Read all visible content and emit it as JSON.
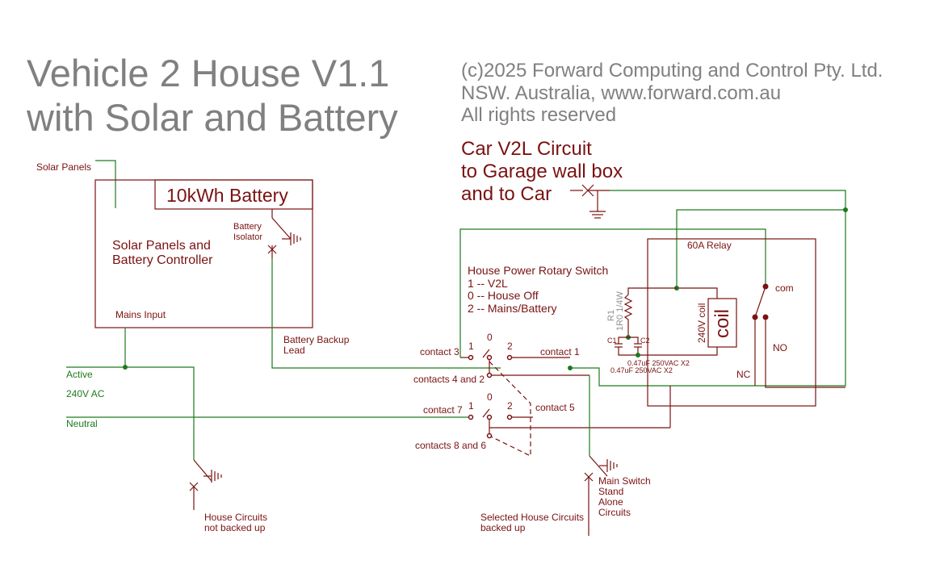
{
  "title": {
    "line1": "Vehicle 2 House V1.1",
    "line2": "with Solar and Battery"
  },
  "copyright": {
    "line1": "(c)2025 Forward Computing and Control Pty. Ltd.",
    "line2": "NSW. Australia, www.forward.com.au",
    "line3": "All rights reserved"
  },
  "car_circuit": {
    "line1": "Car V2L Circuit",
    "line2": "to Garage wall box",
    "line3": "and to Car"
  },
  "solar_panels": "Solar Panels",
  "battery": {
    "title": "10kWh Battery",
    "controller_line1": "Solar Panels and",
    "controller_line2": "Battery Controller",
    "mains_input": "Mains Input",
    "isolator_line1": "Battery",
    "isolator_line2": "Isolator",
    "backup_line1": "Battery Backup",
    "backup_line2": "Lead"
  },
  "mains": {
    "active": "Active",
    "voltage": "240V AC",
    "neutral": "Neutral"
  },
  "house_circuits": {
    "line1": "House Circuits",
    "line2": "not backed up"
  },
  "rotary_switch": {
    "title": "House Power Rotary Switch",
    "pos1": "1 -- V2L",
    "pos0": "0 -- House Off",
    "pos2": "2 -- Mains/Battery",
    "contact3": "contact 3",
    "contact1": "contact 1",
    "contacts42": "contacts 4 and 2",
    "contact7": "contact 7",
    "contact5": "contact 5",
    "contacts86": "contacts 8 and 6",
    "num1a": "1",
    "num0a": "0",
    "num2a": "2",
    "num1b": "1",
    "num0b": "0",
    "num2b": "2"
  },
  "relay": {
    "title": "60A Relay",
    "coil": "coil",
    "coil_label": "240V coil",
    "com": "com",
    "no": "NO",
    "nc": "NC",
    "r1": "R1",
    "r1_value": "1R0 1/4W",
    "c1": "C1",
    "c2": "C2",
    "cap1": "0.47uF 250VAC X2",
    "cap2": "0.47uF 250VAC X2"
  },
  "main_switch": {
    "line1": "Main Switch",
    "line2": "Stand",
    "line3": "Alone",
    "line4": "Circuits"
  },
  "selected_circuits": {
    "line1": "Selected House Circuits",
    "line2": "backed up"
  },
  "colors": {
    "wire": "#1d7a1d",
    "component": "#7a1212",
    "title": "#808080"
  }
}
